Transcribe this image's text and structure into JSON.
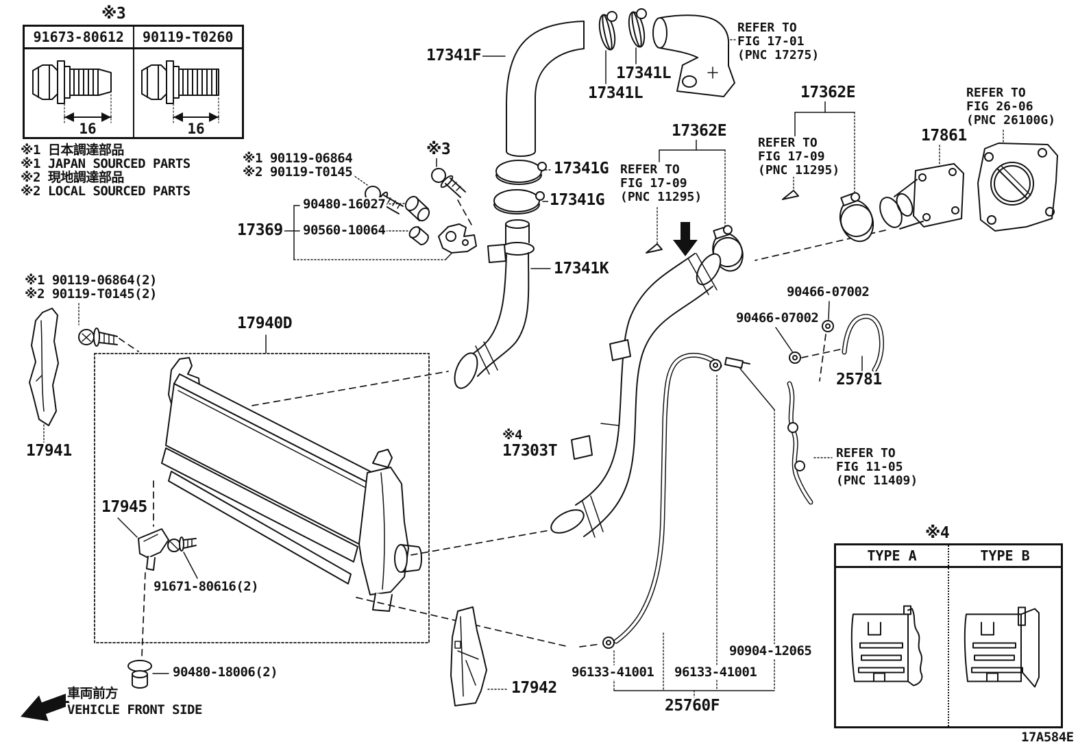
{
  "diagram": {
    "code": "17A584E",
    "front_label": {
      "jp": "車両前方",
      "en": "VEHICLE FRONT SIDE"
    }
  },
  "bolt_table": {
    "marker": "※3",
    "columns": [
      {
        "part": "91673-80612",
        "dim": "16"
      },
      {
        "part": "90119-T0260",
        "dim": "16"
      }
    ]
  },
  "notes": [
    "※1 日本調達部品",
    "※1 JAPAN SOURCED PARTS",
    "※2 現地調達部品",
    "※2 LOCAL SOURCED PARTS"
  ],
  "type_table": {
    "marker": "※4",
    "columns": [
      "TYPE A",
      "TYPE B"
    ]
  },
  "labels": {
    "hose_17341F": "17341F",
    "clamp_17341L_a": "17341L",
    "clamp_17341L_b": "17341L",
    "ref_fig_17_01": "REFER TO\nFIG 17-01\n(PNC 17275)",
    "clamp_17362E_a": "17362E",
    "ref_fig_17_09_a": "REFER TO\nFIG 17-09\n(PNC 11295)",
    "clamp_17362E_b": "17362E",
    "ref_fig_17_09_b": "REFER TO\nFIG 17-09\n(PNC 11295)",
    "part_17861": "17861",
    "ref_fig_26_06": "REFER TO\nFIG 26-06\n(PNC 26100G)",
    "clamp_17341G_a": "17341G",
    "clamp_17341G_b": "17341G",
    "marker_3": "※3",
    "bolt_90119_06864": "※1 90119-06864",
    "bolt_90119_T0145": "※2 90119-T0145",
    "bushing_90480_16027": "90480-16027",
    "bracket_17369": "17369",
    "spacer_90560_10064": "90560-10064",
    "pipe_17341K": "17341K",
    "bolt_90119_06864_2": "※1 90119-06864(2)",
    "bolt_90119_T0145_2": "※2 90119-T0145(2)",
    "intercooler_17940D": "17940D",
    "bracket_17941": "17941",
    "pipe_17303T_marker": "※4",
    "pipe_17303T": "17303T",
    "clip_90466_07002_a": "90466-07002",
    "clip_90466_07002_b": "90466-07002",
    "hose_25781": "25781",
    "ref_fig_11_05": "REFER TO\nFIG 11-05\n(PNC 11409)",
    "bracket_17945": "17945",
    "screw_91671_80616": "91671-80616(2)",
    "grommet_90480_18006": "90480-18006(2)",
    "bracket_17942": "17942",
    "clamp_96133_41001_a": "96133-41001",
    "clamp_96133_41001_b": "96133-41001",
    "clip_90904_12065": "90904-12065",
    "hose_25760F": "25760F"
  }
}
